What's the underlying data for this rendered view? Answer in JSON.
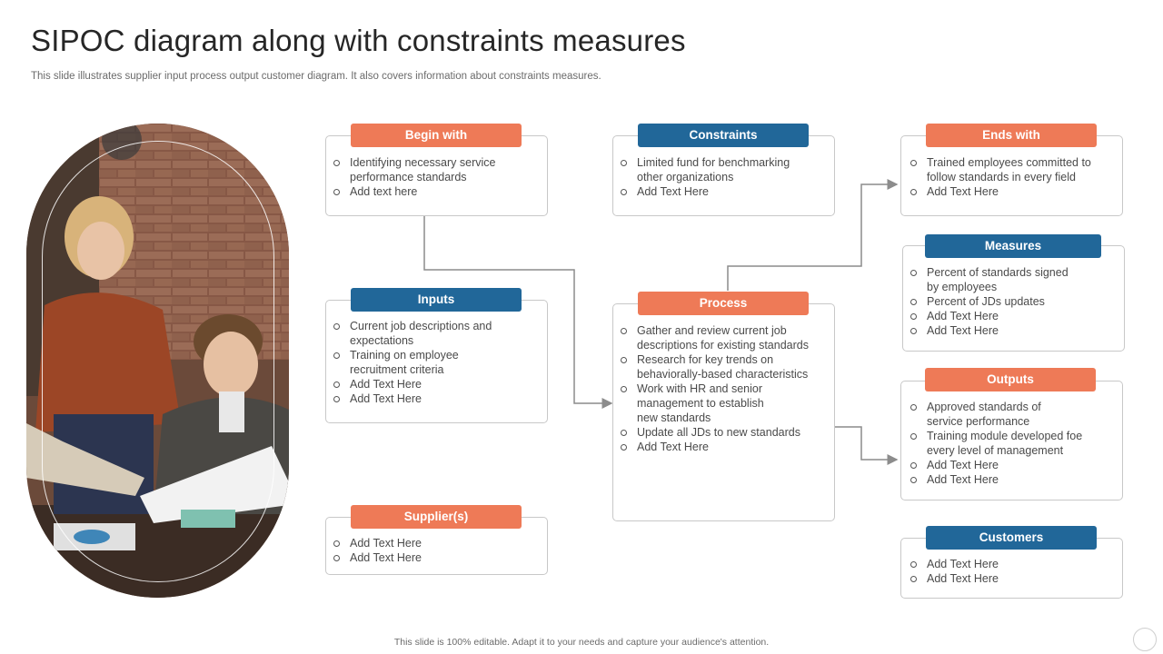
{
  "title": "SIPOC diagram along with constraints measures",
  "subtitle": "This slide illustrates supplier input process output customer diagram. It also covers information about constraints measures.",
  "footer": "This slide is 100% editable.  Adapt it to your needs and capture your audience's attention.",
  "colors": {
    "orange": "#ee7a57",
    "blue": "#216799",
    "border": "#c8c8c8",
    "connector": "#8c8c8c"
  },
  "boxes": {
    "begin_with": {
      "header": "Begin with",
      "items": [
        "Identifying necessary service performance  standards",
        "Add text here"
      ]
    },
    "constraints": {
      "header": "Constraints",
      "items": [
        "Limited fund for benchmarking other organizations",
        "Add Text  Here"
      ]
    },
    "ends_with": {
      "header": "Ends with",
      "items": [
        "Trained  employees committed to follow standards in every  field",
        "Add Text  Here"
      ]
    },
    "inputs": {
      "header": "Inputs",
      "items": [
        "Current  job descriptions and expectations",
        "Training  on employee recruitment criteria",
        "Add Text Here",
        "Add Text Here"
      ]
    },
    "process": {
      "header": "Process",
      "items": [
        "Gather and review  current job descriptions for existing standards",
        "Research for key trends on behaviorally-based  characteristics",
        "Work with HR and senior management to establish new standards",
        "Update all JDs to new standards",
        "Add Text Here"
      ]
    },
    "measures": {
      "header": "Measures",
      "items": [
        "Percent of standards signed by employees",
        "Percent of JDs updates",
        "Add Text Here",
        "Add Text Here"
      ]
    },
    "outputs": {
      "header": "Outputs",
      "items": [
        "Approved  standards of service performance",
        "Training  module developed foe every level of management",
        "Add Text Here",
        "Add Text Here"
      ]
    },
    "suppliers": {
      "header": "Supplier(s)",
      "items": [
        "Add Text Here",
        "Add Text Here"
      ]
    },
    "customers": {
      "header": "Customers",
      "items": [
        "Add Text Here",
        "Add Text Here"
      ]
    }
  }
}
